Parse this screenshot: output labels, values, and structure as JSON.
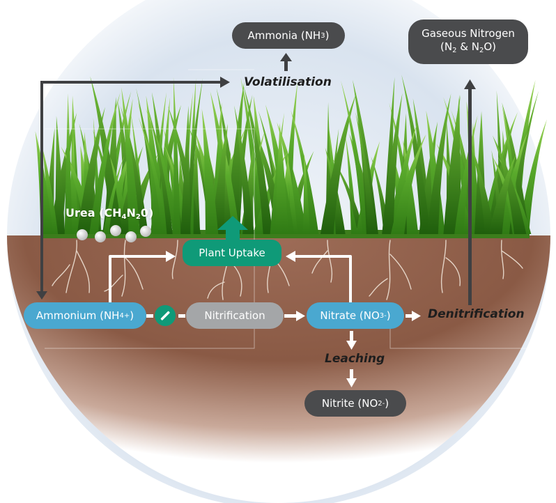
{
  "nodes": {
    "ammonia": {
      "label": "Ammonia (NH",
      "sub": "3",
      "close": ")"
    },
    "gaseous": {
      "line1": "Gaseous Nitrogen",
      "line2_a": "(N",
      "line2_sub1": "2",
      "line2_b": " & N",
      "line2_sub2": "2",
      "line2_c": "O)"
    },
    "urea": {
      "label_a": "Urea (CH",
      "sub1": "4",
      "label_b": "N",
      "sub2": "2",
      "label_c": "0)"
    },
    "plant_uptake": {
      "label": "Plant Uptake"
    },
    "ammonium": {
      "label": "Ammonium (NH",
      "sub": "4",
      "sup": "+",
      "close": ")"
    },
    "nitrification": {
      "label": "Nitrification"
    },
    "nitrate": {
      "label": "Nitrate (NO",
      "sub": "3",
      "sup": "-",
      "close": ")"
    },
    "nitrite": {
      "label": "Nitrite (NO",
      "sub": "2",
      "sup": "-",
      "close": ")"
    }
  },
  "processes": {
    "volatilisation": "Volatilisation",
    "denitrification": "Denitrification",
    "leaching": "Leaching"
  },
  "colors": {
    "dark_node": "#4a4b4d",
    "blue_node": "#4aa8d0",
    "grey_node": "#a4a6a8",
    "green_node": "#0f9a78",
    "soil": "#8a5a44",
    "grass": "#4f9a2a",
    "arrow_dark": "#3f4042",
    "arrow_light": "#ffffff"
  },
  "icons": {
    "catalyst": "pencil-slash-icon"
  }
}
